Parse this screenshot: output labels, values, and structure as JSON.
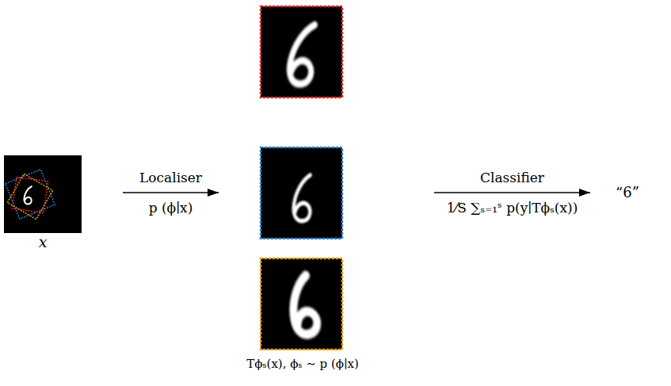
{
  "diagram": {
    "nodes": [
      {
        "text": [
          "x"
        ]
      },
      {
        "text": [
          "Tϕₛ(x), ϕₛ ∼ p (ϕ∣x)"
        ]
      },
      {
        "text": [
          "“6”"
        ]
      }
    ],
    "edges": [
      {
        "from": 0,
        "to": 1,
        "arrow": "to",
        "label": "Localiser p (ϕ∣x)"
      },
      {
        "from": 1,
        "to": 2,
        "arrow": "to",
        "label": "Classifier 1⁄S ∑ₛ₌₁ˢ p(y∣Tϕₛ(x))"
      }
    ]
  }
}
